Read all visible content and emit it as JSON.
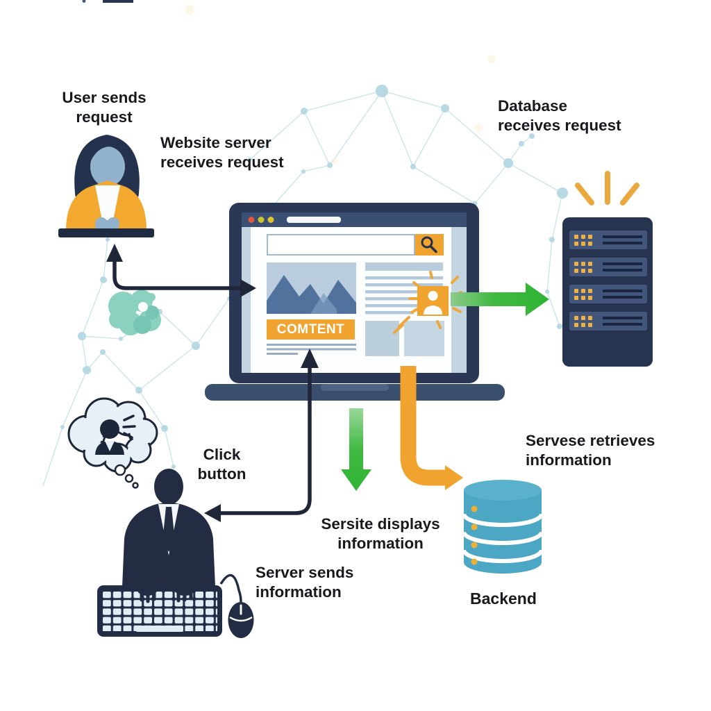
{
  "labels": {
    "user_sends": "User sends\nrequest",
    "website_receives": "Website server\nreceives request",
    "database_receives": "Database\nreceives request",
    "click_button": "Click\nbutton",
    "website_displays": "Sersite displays\ninformation",
    "server_sends": "Server sends\ninformation",
    "server_retrieves": "Servese retrieves\ninformation",
    "backend": "Backend"
  },
  "laptop": {
    "content_banner": "COMTENT"
  },
  "colors": {
    "orange": "#F0A42F",
    "green": "#35B53A",
    "teal_database": "#4BA7C3",
    "rack_navy": "#273450",
    "bezel_navy": "#2A3855",
    "chrome_navy": "#3A4F73",
    "placeholder_blue": "#B9CDDF",
    "mesh_blue": "#BFDEE8",
    "blob_teal": "#8BD1C0",
    "arrow_black": "#1E2638",
    "silhouette_navy": "#232C42"
  },
  "icons": {
    "search": "magnifier-glyph",
    "user_badge": "person-badge",
    "browser_dots": "traffic-light-dots",
    "server_rack": "stacked-server-units",
    "database": "cylinder-stack",
    "thought_bubble": "cloud-with-person",
    "keyboard": "key-grid",
    "mouse": "two-button-mouse",
    "burst_rays": "orange-rays"
  }
}
